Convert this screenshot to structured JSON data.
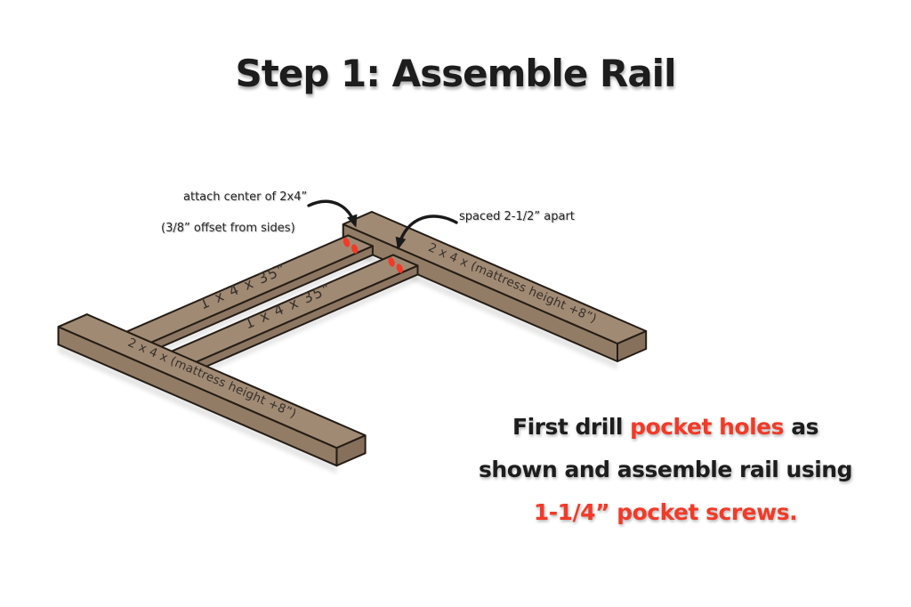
{
  "title": "Step 1: Assemble Rail",
  "annotations": {
    "attach_line1": "attach center of 2x4”",
    "attach_line2": "(3/8” offset from sides)",
    "spacing": "spaced 2-1/2” apart"
  },
  "board_labels": {
    "rail": "2 x 4 x (mattress height +8”)",
    "slat": "1 x 4 x 35”"
  },
  "instruction": {
    "line1_pre": "First drill ",
    "line1_red": "pocket holes",
    "line1_post": " as",
    "line2": "shown and assemble rail using",
    "line3": "1-1/4” pocket screws."
  },
  "icons": {
    "arrow_attach": "curved-arrow",
    "arrow_spacing": "curved-arrow",
    "pocket_hole": "red-oval-pocket-hole"
  },
  "colors": {
    "background": "#ffffff",
    "wood_top": "#a18a74",
    "wood_side": "#927c66",
    "wood_side_slat": "#8d7662",
    "wood_end": "#87705b",
    "wood_end_left": "#7b6450",
    "outline": "#241d15",
    "pocket_hole_red": "#f23a28",
    "accent_red": "#f23a28",
    "text_black": "#1d1d1d",
    "arrow_black": "#1a1a1a"
  }
}
